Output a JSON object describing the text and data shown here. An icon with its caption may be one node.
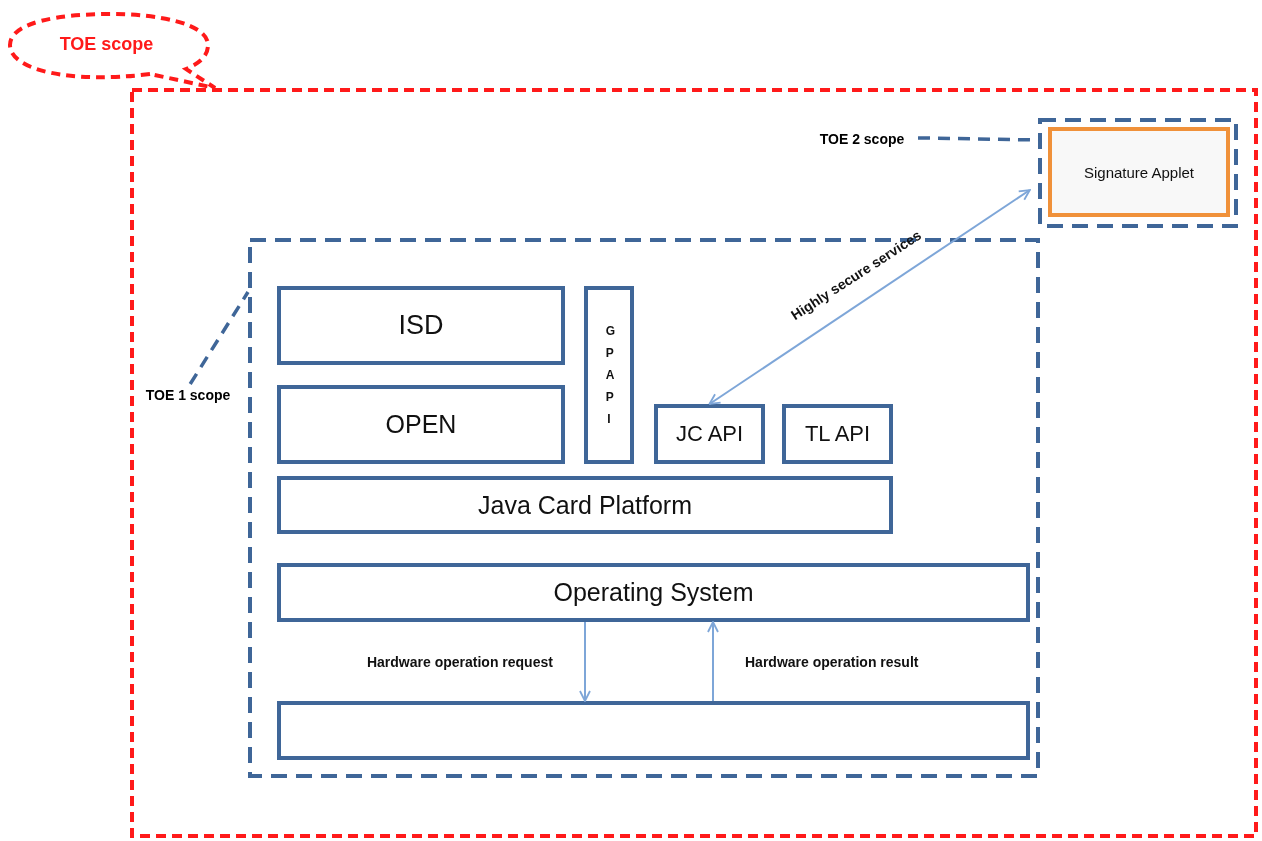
{
  "diagram": {
    "nodes": [
      {
        "text": [
          "TOE scope"
        ]
      },
      {
        "text": [],
        "shape": "box"
      },
      {
        "text": [
          "TOE 1 scope"
        ],
        "in": 1
      },
      {
        "text": [],
        "shape": "box",
        "in": 1
      },
      {
        "text": [
          "TOE 2 scope"
        ],
        "in": 1
      },
      {
        "text": [],
        "shape": "box",
        "in": 1
      },
      {
        "text": [
          "Signature Applet"
        ],
        "in": 5
      },
      {
        "text": [
          "ISD"
        ],
        "in": 3
      },
      {
        "text": [
          "OPEN"
        ],
        "in": 3
      },
      {
        "text": [
          "GP API"
        ],
        "in": 3
      },
      {
        "text": [
          "JC API"
        ],
        "in": 3
      },
      {
        "text": [
          "TL API"
        ],
        "in": 3
      },
      {
        "text": [
          "Java Card Platform"
        ],
        "in": 3
      },
      {
        "text": [
          "Operating System"
        ],
        "in": 3
      },
      {
        "text": [],
        "shape": "box",
        "in": 3
      }
    ],
    "edges": [
      {
        "from": 2,
        "to": 3,
        "arrow": "none",
        "style": "dashed",
        "color": "#3f6698"
      },
      {
        "from": 4,
        "to": 5,
        "arrow": "none",
        "style": "dashed",
        "color": "#3f6698"
      },
      {
        "from": 10,
        "to": 6,
        "arrow": "both",
        "label": "Highly secure services"
      },
      {
        "from": 13,
        "to": 14,
        "arrow": "to",
        "label": "Hardware operation request"
      },
      {
        "from": 14,
        "to": 13,
        "arrow": "to",
        "label": "Hardware operation result"
      }
    ]
  }
}
